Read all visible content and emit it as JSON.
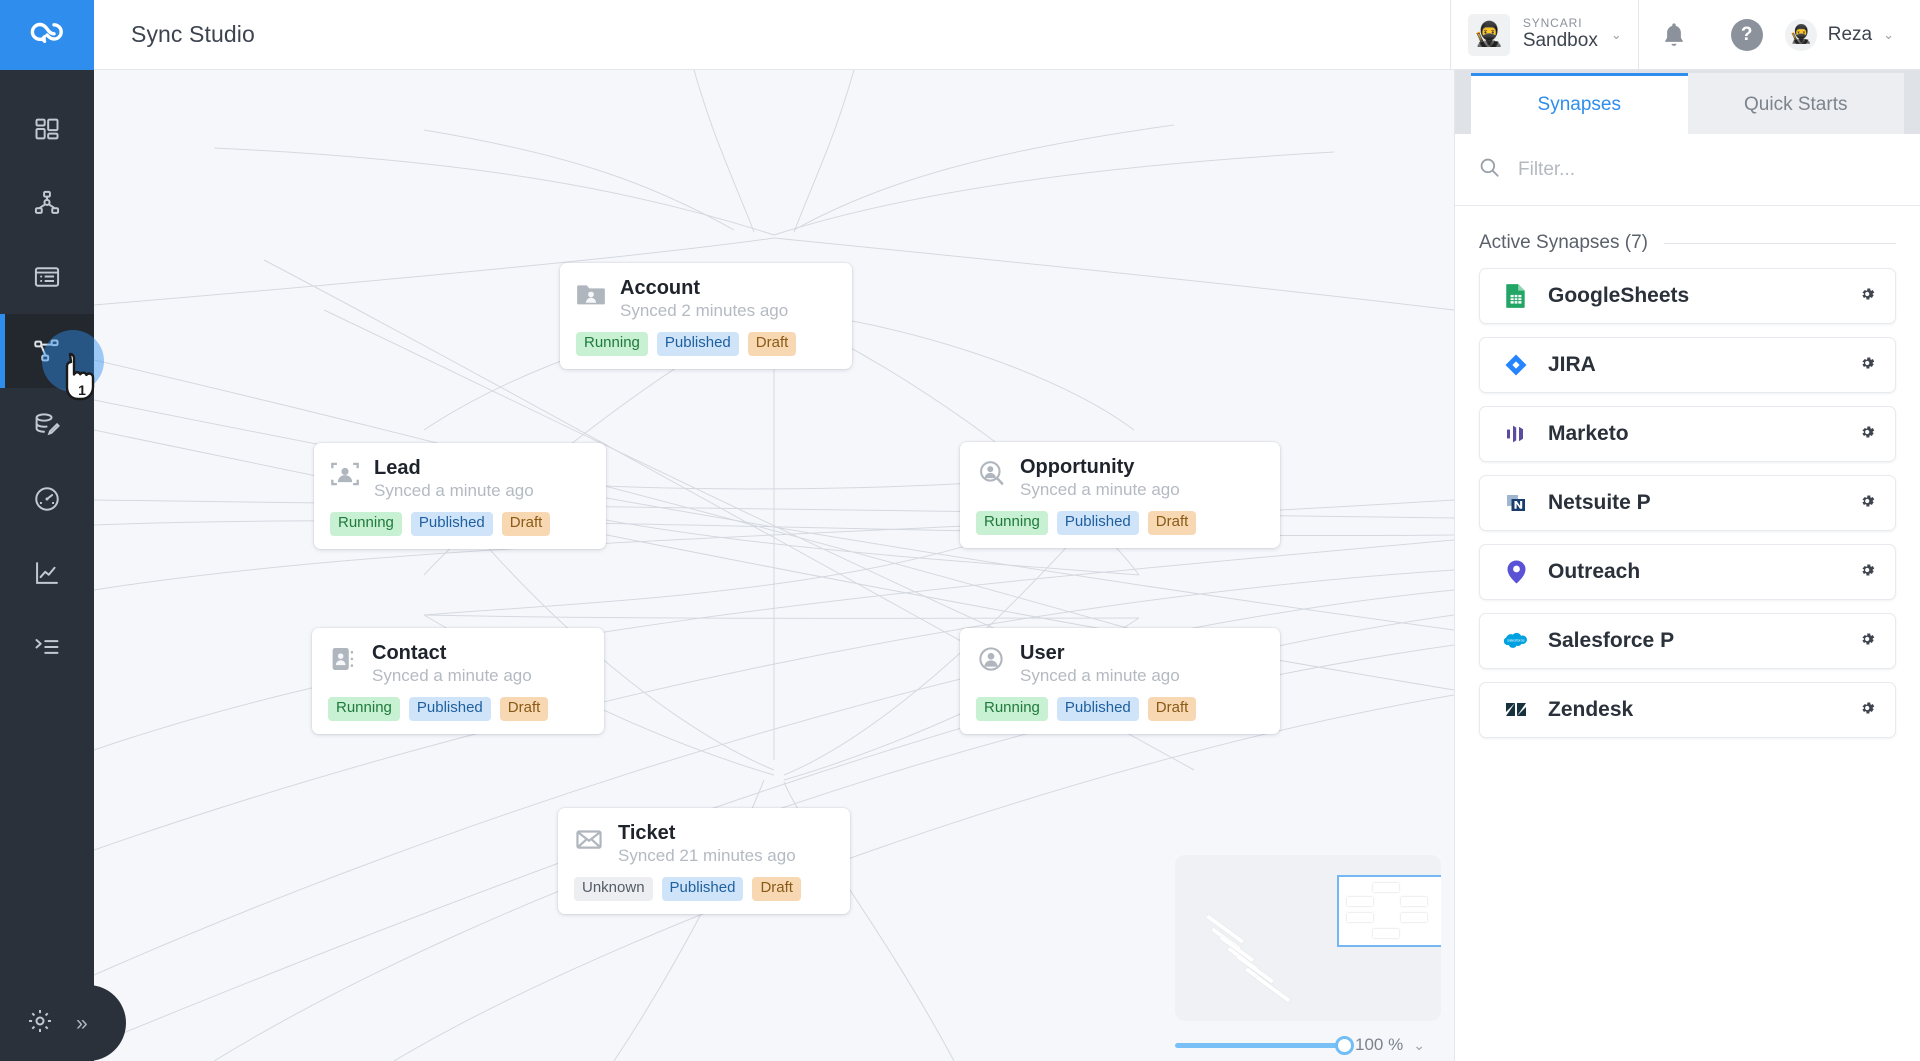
{
  "header": {
    "title": "Sync Studio",
    "brand_icon": "syncari-cloud-logo",
    "tenant": {
      "org": "SYNCARI",
      "env": "Sandbox",
      "avatar_icon": "ninja-avatar",
      "chevron": "⌄"
    },
    "notifications_icon": "bell-icon",
    "help_icon": "help-question-icon",
    "help_glyph": "?",
    "user": {
      "name": "Reza",
      "avatar_icon": "ninja-avatar",
      "chevron": "⌄"
    }
  },
  "left_nav": {
    "items": [
      {
        "name": "dashboard",
        "icon": "dashboard-grid-icon",
        "active": false
      },
      {
        "name": "pipelines",
        "icon": "org-chart-icon",
        "active": false
      },
      {
        "name": "data-list",
        "icon": "list-window-icon",
        "active": false
      },
      {
        "name": "sync-studio",
        "icon": "sync-studio-graph-icon",
        "active": true
      },
      {
        "name": "data-editor",
        "icon": "database-edit-icon",
        "active": false
      },
      {
        "name": "monitoring",
        "icon": "gauge-icon",
        "active": false
      },
      {
        "name": "insights",
        "icon": "line-chart-icon",
        "active": false
      },
      {
        "name": "logs",
        "icon": "terminal-list-icon",
        "active": false
      }
    ],
    "settings_icon": "gear-icon",
    "expand_icon": "double-chevron-right-icon",
    "expand_glyph": "»"
  },
  "canvas": {
    "nodes": [
      {
        "title": "Account",
        "subtitle": "Synced 2 minutes ago",
        "icon": "folder-person-icon",
        "badges": [
          {
            "label": "Running",
            "type": "running"
          },
          {
            "label": "Published",
            "type": "published"
          },
          {
            "label": "Draft",
            "type": "draft"
          }
        ]
      },
      {
        "title": "Lead",
        "subtitle": "Synced a minute ago",
        "icon": "person-scan-icon",
        "badges": [
          {
            "label": "Running",
            "type": "running"
          },
          {
            "label": "Published",
            "type": "published"
          },
          {
            "label": "Draft",
            "type": "draft"
          }
        ]
      },
      {
        "title": "Opportunity",
        "subtitle": "Synced a minute ago",
        "icon": "person-search-icon",
        "badges": [
          {
            "label": "Running",
            "type": "running"
          },
          {
            "label": "Published",
            "type": "published"
          },
          {
            "label": "Draft",
            "type": "draft"
          }
        ]
      },
      {
        "title": "Contact",
        "subtitle": "Synced a minute ago",
        "icon": "address-book-icon",
        "badges": [
          {
            "label": "Running",
            "type": "running"
          },
          {
            "label": "Published",
            "type": "published"
          },
          {
            "label": "Draft",
            "type": "draft"
          }
        ]
      },
      {
        "title": "User",
        "subtitle": "Synced a minute ago",
        "icon": "person-circle-icon",
        "badges": [
          {
            "label": "Running",
            "type": "running"
          },
          {
            "label": "Published",
            "type": "published"
          },
          {
            "label": "Draft",
            "type": "draft"
          }
        ]
      },
      {
        "title": "Ticket",
        "subtitle": "Synced 21 minutes ago",
        "icon": "envelope-icon",
        "badges": [
          {
            "label": "Unknown",
            "type": "unknown"
          },
          {
            "label": "Published",
            "type": "published"
          },
          {
            "label": "Draft",
            "type": "draft"
          }
        ]
      }
    ],
    "minimap": {
      "name": "minimap"
    },
    "zoom": {
      "value": "100 %",
      "percent": 100,
      "chevron": "⌄"
    }
  },
  "right_panel": {
    "tabs": [
      {
        "label": "Synapses",
        "active": true
      },
      {
        "label": "Quick Starts",
        "active": false
      }
    ],
    "filter": {
      "placeholder": "Filter...",
      "value": "",
      "icon": "search-icon"
    },
    "section": {
      "title": "Active Synapses (7)"
    },
    "synapses": [
      {
        "name": "GoogleSheets",
        "icon": "googlesheets-icon",
        "color": "#23a566",
        "gear": "gear-icon"
      },
      {
        "name": "JIRA",
        "icon": "jira-icon",
        "color": "#2684ff",
        "gear": "gear-icon"
      },
      {
        "name": "Marketo",
        "icon": "marketo-icon",
        "color": "#5c4c9f",
        "gear": "gear-icon"
      },
      {
        "name": "Netsuite P",
        "icon": "netsuite-icon",
        "color": "#1b3d6d",
        "gear": "gear-icon"
      },
      {
        "name": "Outreach",
        "icon": "outreach-icon",
        "color": "#5952d4",
        "gear": "gear-icon"
      },
      {
        "name": "Salesforce P",
        "icon": "salesforce-icon",
        "color": "#00a1e0",
        "gear": "gear-icon"
      },
      {
        "name": "Zendesk",
        "icon": "zendesk-icon",
        "color": "#17323e",
        "gear": "gear-icon"
      }
    ]
  },
  "theme": {
    "accent": "#2f8ded",
    "nav_bg": "#2b313a",
    "canvas_bg": "#f6f7fb",
    "badge_running": "#c8f0d2",
    "badge_published": "#cfe4f9",
    "badge_draft": "#f7d8b2",
    "badge_unknown": "#eceef1"
  }
}
